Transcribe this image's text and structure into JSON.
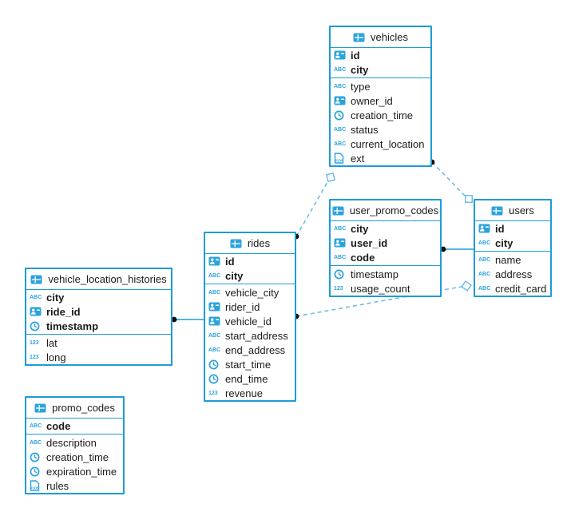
{
  "colors": {
    "accent": "#1e9cd7",
    "icon": "#2ba3dc",
    "dashed_line": "#66b8e6",
    "solid_line": "#1e9cd7",
    "dot": "#101010",
    "marker_fill": "#ffffff"
  },
  "icons": {
    "text_label": "ABC",
    "number_label": "123",
    "json_label": "JSON"
  },
  "tables": [
    {
      "title": "vehicles",
      "fields": [
        {
          "label": "id"
        },
        {
          "label": "city"
        },
        {
          "label": "type"
        },
        {
          "label": "owner_id"
        },
        {
          "label": "creation_time"
        },
        {
          "label": "status"
        },
        {
          "label": "current_location"
        },
        {
          "label": "ext"
        }
      ]
    },
    {
      "title": "user_promo_codes",
      "fields": [
        {
          "label": "city"
        },
        {
          "label": "user_id"
        },
        {
          "label": "code"
        },
        {
          "label": "timestamp"
        },
        {
          "label": "usage_count"
        }
      ]
    },
    {
      "title": "users",
      "fields": [
        {
          "label": "id"
        },
        {
          "label": "city"
        },
        {
          "label": "name"
        },
        {
          "label": "address"
        },
        {
          "label": "credit_card"
        }
      ]
    },
    {
      "title": "rides",
      "fields": [
        {
          "label": "id"
        },
        {
          "label": "city"
        },
        {
          "label": "vehicle_city"
        },
        {
          "label": "rider_id"
        },
        {
          "label": "vehicle_id"
        },
        {
          "label": "start_address"
        },
        {
          "label": "end_address"
        },
        {
          "label": "start_time"
        },
        {
          "label": "end_time"
        },
        {
          "label": "revenue"
        }
      ]
    },
    {
      "title": "vehicle_location_histories",
      "fields": [
        {
          "label": "city"
        },
        {
          "label": "ride_id"
        },
        {
          "label": "timestamp"
        },
        {
          "label": "lat"
        },
        {
          "label": "long"
        }
      ]
    },
    {
      "title": "promo_codes",
      "fields": [
        {
          "label": "code"
        },
        {
          "label": "description"
        },
        {
          "label": "creation_time"
        },
        {
          "label": "expiration_time"
        },
        {
          "label": "rules"
        }
      ]
    }
  ],
  "relationships": [
    {
      "from": "vehicle_location_histories",
      "to": "rides",
      "style": "solid",
      "points": [
        [
          218,
          400
        ],
        [
          255,
          400
        ]
      ],
      "dot": [
        218,
        400
      ]
    },
    {
      "from": "user_promo_codes",
      "to": "users",
      "style": "solid",
      "points": [
        [
          555,
          312
        ],
        [
          593,
          312
        ]
      ],
      "dot": [
        555,
        312
      ]
    },
    {
      "from": "rides",
      "to": "vehicles",
      "style": "dashed",
      "points": [
        [
          371,
          296
        ],
        [
          413,
          223
        ]
      ],
      "dot": [
        371,
        296
      ],
      "diamond": [
        414,
        222
      ]
    },
    {
      "from": "vehicles",
      "to": "users",
      "style": "dashed",
      "points": [
        [
          541,
          203
        ],
        [
          586,
          249
        ]
      ],
      "dot": [
        541,
        203
      ],
      "diamond": [
        587,
        249
      ]
    },
    {
      "from": "rides",
      "to": "users",
      "style": "dashed",
      "points": [
        [
          371,
          396
        ],
        [
          583,
          358
        ]
      ],
      "dot": [
        371,
        396
      ],
      "diamond": [
        584,
        358
      ]
    }
  ]
}
